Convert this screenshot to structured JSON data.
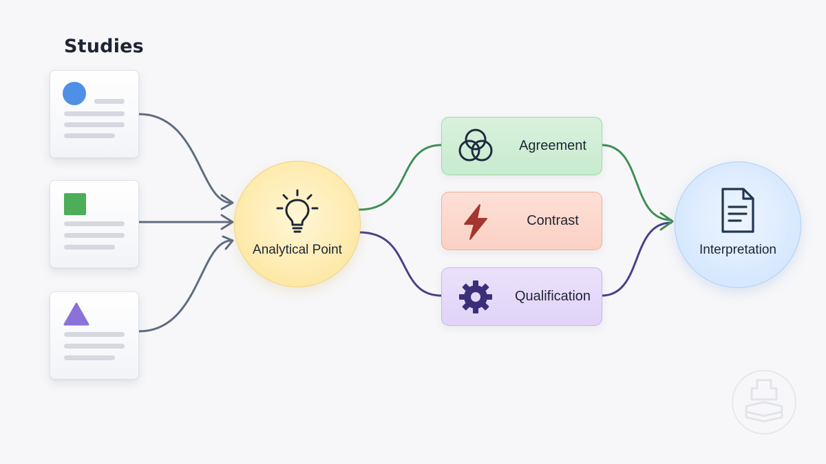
{
  "title": "Studies",
  "nodes": {
    "analytical_point": "Analytical Point",
    "interpretation": "Interpretation"
  },
  "relations": [
    {
      "label": "Agreement",
      "icon": "overlapping-circles-icon",
      "color": "#3f8f55"
    },
    {
      "label": "Contrast",
      "icon": "lightning-bolt-icon",
      "color": "#c0463d"
    },
    {
      "label": "Qualification",
      "icon": "gear-icon",
      "color": "#4b3e8a"
    }
  ],
  "studies": [
    {
      "shape": "circle",
      "color": "#4f8fe6"
    },
    {
      "shape": "square",
      "color": "#4cae58"
    },
    {
      "shape": "triangle",
      "color": "#8a72d8"
    }
  ],
  "colors": {
    "input_line": "#5f6b80",
    "agreement": "#3f8f55",
    "contrast": "#c0463d",
    "qualification": "#4b3e8a"
  }
}
